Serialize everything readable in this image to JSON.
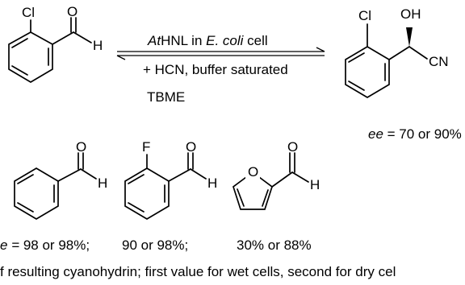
{
  "reaction": {
    "substrate_labels": {
      "cl": "Cl",
      "o": "O",
      "h": "H"
    },
    "product_labels": {
      "cl": "Cl",
      "oh": "OH",
      "cn": "CN"
    },
    "conditions": {
      "enzyme_italic": "At",
      "enzyme_rest": "HNL in ",
      "host_italic": "E. coli",
      "host_rest": " cell",
      "reagent_line": "+ HCN, buffer saturated",
      "solvent_line": "TBME"
    },
    "product_ee": {
      "ee_italic": "ee",
      "ee_rest": " = 70 or 90%"
    }
  },
  "substrates": [
    {
      "name": "benzaldehyde",
      "labels": {
        "o": "O",
        "h": "H"
      },
      "result": "98 or 98%;"
    },
    {
      "name": "2-fluorobenzaldehyde",
      "labels": {
        "f": "F",
        "o": "O",
        "h": "H"
      },
      "result": "90 or 98%;"
    },
    {
      "name": "furfural",
      "labels": {
        "ring_o": "O",
        "o": "O",
        "h": "H"
      },
      "result": "30% or 88%"
    }
  ],
  "ee_prefix_italic": "e",
  "ee_prefix_rest": "e = ",
  "footnote": "f resulting cyanohydrin; first value for wet cells, second for dry cel"
}
